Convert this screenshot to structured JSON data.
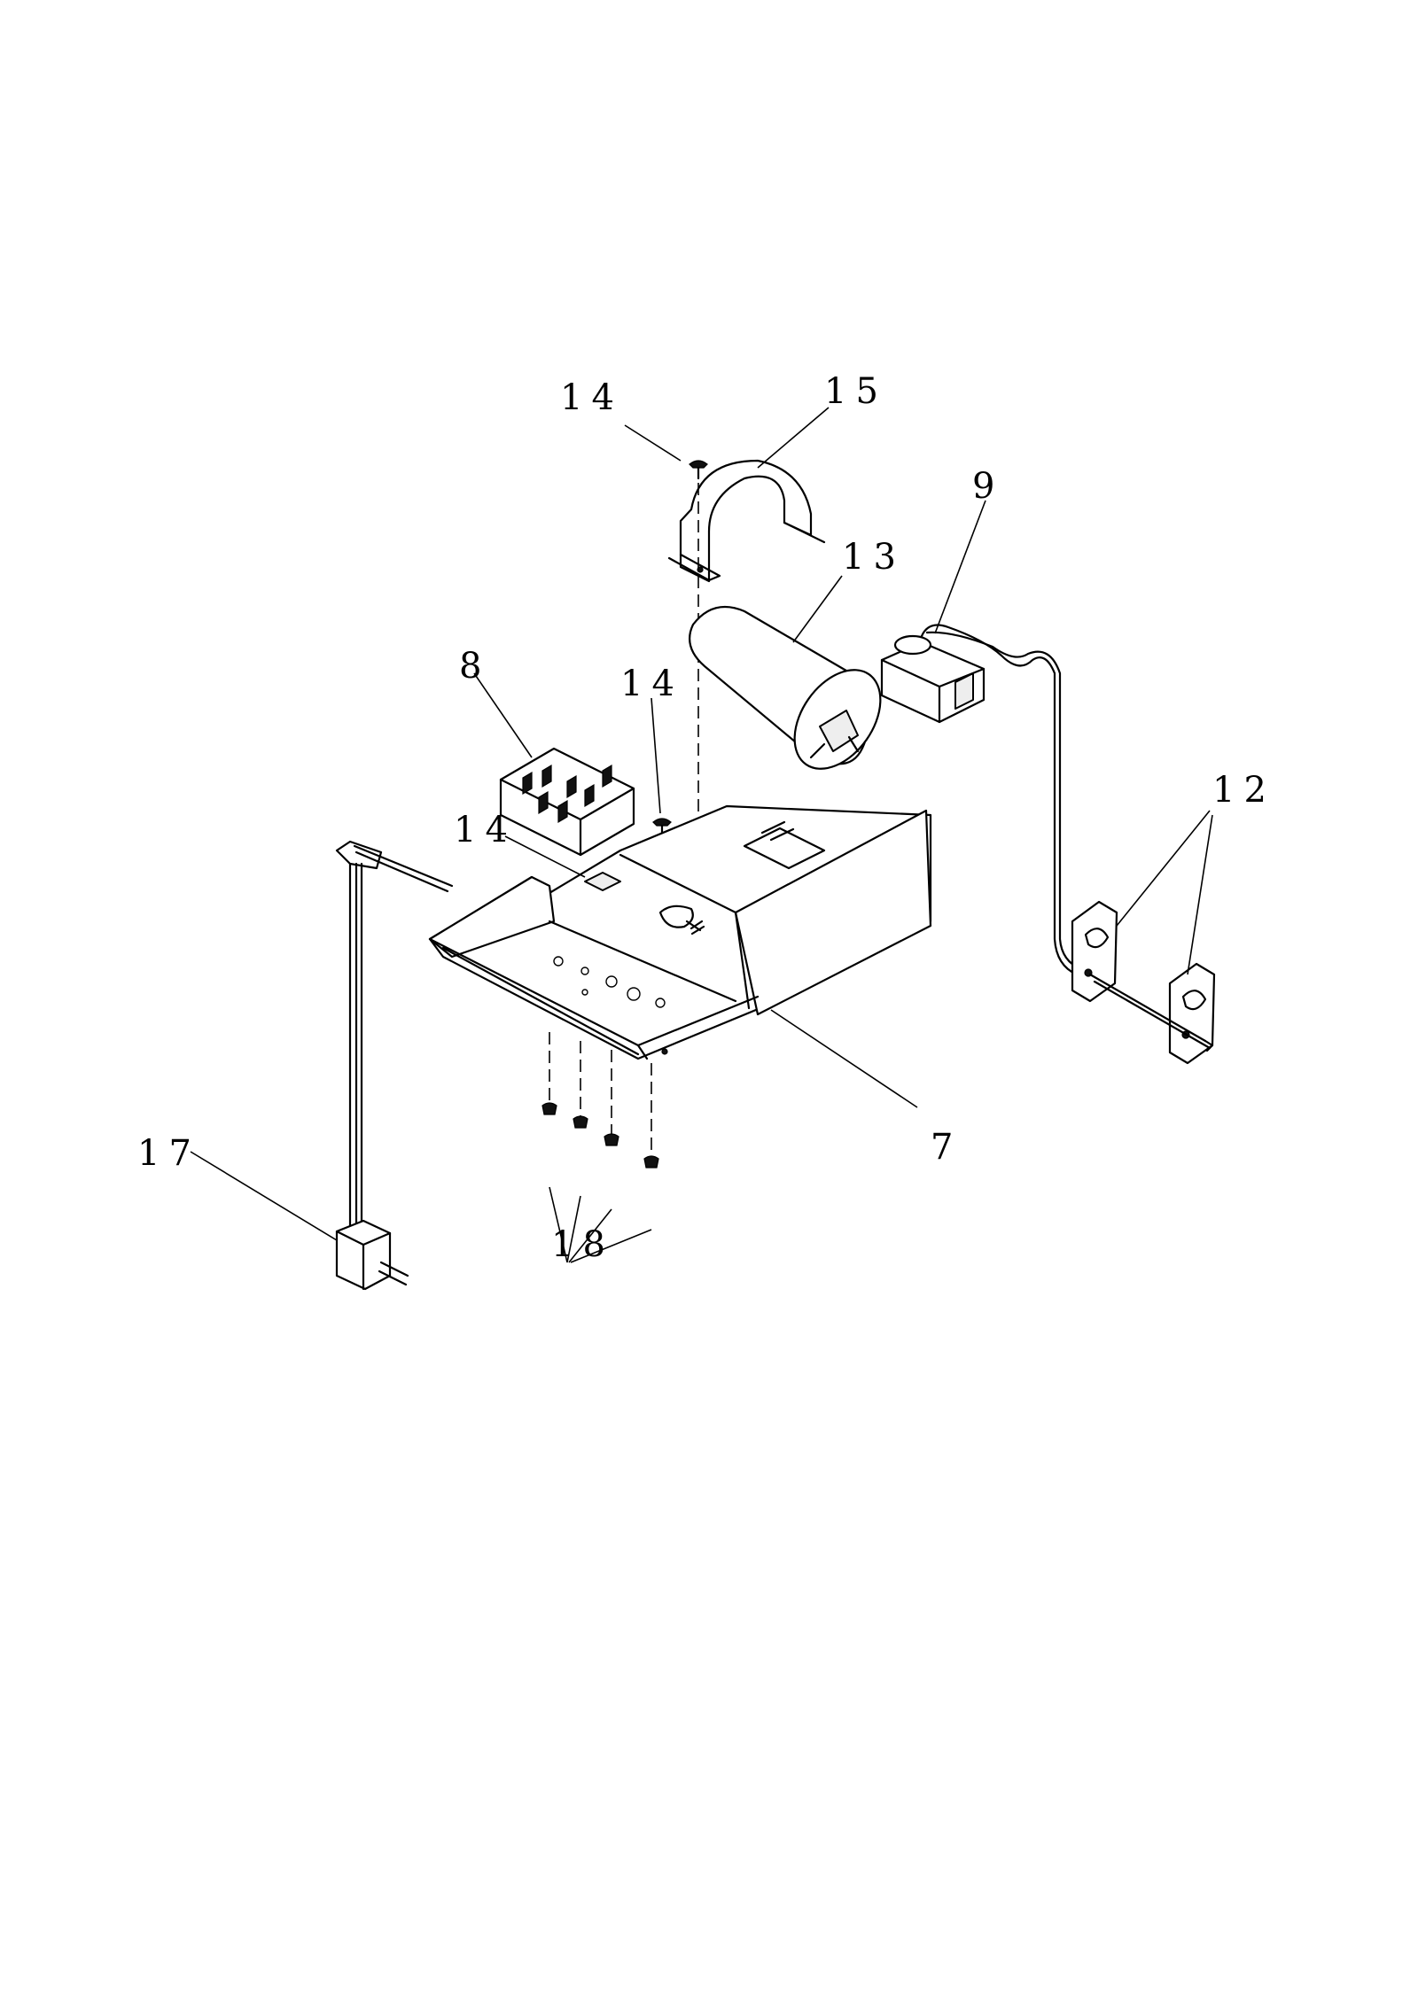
{
  "callouts": [
    {
      "id": "c14a",
      "text": "14"
    },
    {
      "id": "c15",
      "text": "15"
    },
    {
      "id": "c9",
      "text": "9"
    },
    {
      "id": "c13",
      "text": "13"
    },
    {
      "id": "c8",
      "text": "8"
    },
    {
      "id": "c14b",
      "text": "14"
    },
    {
      "id": "c14c",
      "text": "14"
    },
    {
      "id": "c12",
      "text": "12"
    },
    {
      "id": "c17",
      "text": "17"
    },
    {
      "id": "c7",
      "text": "7"
    },
    {
      "id": "c18",
      "text": "18"
    }
  ]
}
